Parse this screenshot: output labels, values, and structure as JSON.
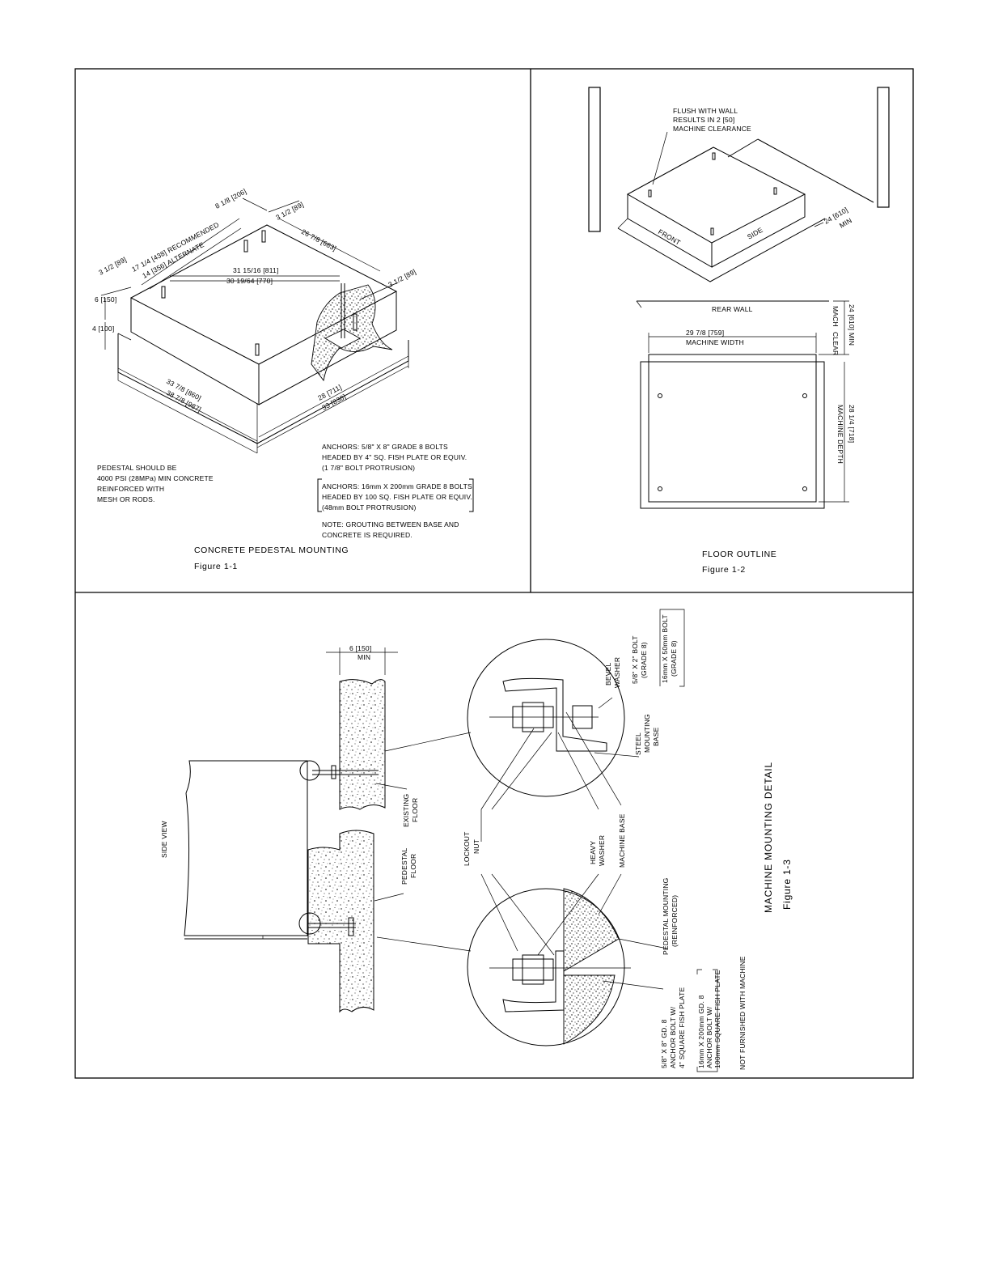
{
  "fig1": {
    "dims": {
      "d1": "8 1/8 [206]",
      "d2": "3 1/2 [89]",
      "d3": "17 1/4 [438] RECOMMENDED",
      "d4": "14 [356] ALTERNATE",
      "d5": "26 7/8 [683]",
      "d6": "3 1/2 [89]",
      "d7": "31 15/16 [811]",
      "d8": "30 19/64 [770]",
      "d9": "3 1/2 [89]",
      "d10": "6 [150]",
      "d11": "4 [100]",
      "d12": "33 7/8 [860]",
      "d13": "38 7/8 [987]",
      "d14": "28 [711]",
      "d15": "33 [838]"
    },
    "pedestal_note": [
      "PEDESTAL SHOULD BE",
      "4000 PSI (28MPa) MIN CONCRETE",
      "REINFORCED WITH",
      "MESH OR RODS."
    ],
    "anchors_imperial": [
      "ANCHORS: 5/8\" X 8\" GRADE 8 BOLTS",
      "HEADED BY 4\" SQ. FISH PLATE OR EQUIV.",
      "(1 7/8\" BOLT PROTRUSION)"
    ],
    "anchors_metric": [
      "ANCHORS: 16mm  X 200mm GRADE 8 BOLTS",
      "HEADED BY 100 SQ. FISH PLATE OR EQUIV.",
      "(48mm BOLT PROTRUSION)"
    ],
    "grout_note": [
      "NOTE: GROUTING BETWEEN BASE AND",
      "CONCRETE IS REQUIRED."
    ],
    "title": "CONCRETE PEDESTAL MOUNTING",
    "figure": "Figure  1-1"
  },
  "fig2": {
    "flush_note": [
      "FLUSH WITH WALL",
      "RESULTS IN 2 [50]",
      "MACHINE CLEARANCE"
    ],
    "front": "FRONT",
    "side": "SIDE",
    "clearance_min": [
      "24 [610]",
      "MIN"
    ],
    "rear_wall": "REAR WALL",
    "mach_clear": [
      "MACH",
      "CLEAR"
    ],
    "clear_dim": [
      "24 [610] MIN"
    ],
    "width_dim": "29 7/8 [759]",
    "machine_width": "MACHINE WIDTH",
    "depth_dim": "28 1/4 [718]",
    "machine_depth": "MACHINE DEPTH",
    "title": "FLOOR OUTLINE",
    "figure": "Figure  1-2"
  },
  "fig3": {
    "min_dim": [
      "6 [150]",
      "MIN"
    ],
    "side_view": "SIDE VIEW",
    "existing_floor": [
      "EXISTING",
      "FLOOR"
    ],
    "pedestal_floor": [
      "PEDESTAL",
      "FLOOR"
    ],
    "lockout_nut": [
      "LOCKOUT",
      "NUT"
    ],
    "heavy_washer": [
      "HEAVY",
      "WASHER"
    ],
    "machine_base": "MACHINE BASE",
    "bevel_washer": [
      "BEVEL",
      "WASHER"
    ],
    "bolt_imperial": [
      "5/8\" X 2\" BOLT",
      "(GRADE 8)"
    ],
    "bolt_metric": [
      "16mm  X 50mm BOLT",
      "(GRADE 8)"
    ],
    "steel_base": [
      "STEEL",
      "MOUNTING",
      "BASE"
    ],
    "pedestal_mounting": [
      "PEDESTAL MOUNTING",
      "(REINFORCED)"
    ],
    "anchor_imperial": [
      "5/8\" X 8\" GD. 8",
      "ANCHOR BOLT W/",
      "4\" SQUARE FISH PLATE"
    ],
    "anchor_metric": [
      "16mm X 200mm GD. 8",
      "ANCHOR BOLT W/",
      "100mm SQUARE FISH PLATE"
    ],
    "not_furnished": "NOT FURNISHED WITH MACHINE",
    "title": "MACHINE MOUNTING DETAIL",
    "figure": "Figure  1-3"
  }
}
